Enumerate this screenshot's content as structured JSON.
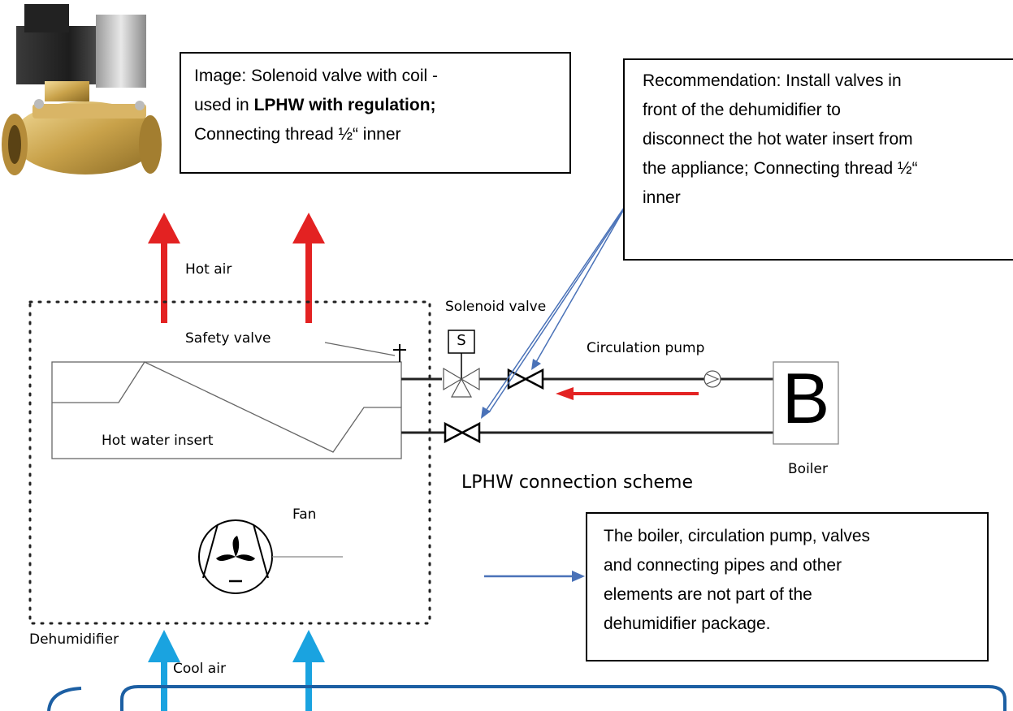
{
  "callouts": {
    "image_note": {
      "line1": "Image: Solenoid valve with coil -",
      "line2_prefix": "used in ",
      "line2_bold": "LPHW with regulation;",
      "line3": "Connecting thread ½“ inner"
    },
    "recommendation": {
      "line1": "Recommendation: Install valves in",
      "line2": "front of the dehumidifier to",
      "line3": "disconnect the hot water insert from",
      "line4": "the appliance; Connecting thread ½“",
      "line5": "inner"
    },
    "package_note": {
      "line1": "The boiler, circulation pump, valves",
      "line2": "and connecting pipes and other",
      "line3": "elements are not part of the",
      "line4": "dehumidifier package."
    }
  },
  "labels": {
    "hot_air": "Hot air",
    "safety_valve": "Safety valve",
    "solenoid_valve": "Solenoid valve",
    "circulation_pump": "Circulation pump",
    "hot_water_insert": "Hot water insert",
    "scheme_title": "LPHW connection scheme",
    "boiler": "Boiler",
    "boiler_letter": "B",
    "solenoid_letter": "S",
    "fan": "Fan",
    "dehumidifier": "Dehumidifier",
    "cool_air": "Cool air"
  },
  "colors": {
    "hot_arrow": "#e32222",
    "cool_arrow": "#1aa3e0",
    "leader_blue": "#4a72b8",
    "banner_border": "#1c5fa3",
    "brass": "#c9a24a",
    "coil": "#2b2b2b"
  }
}
